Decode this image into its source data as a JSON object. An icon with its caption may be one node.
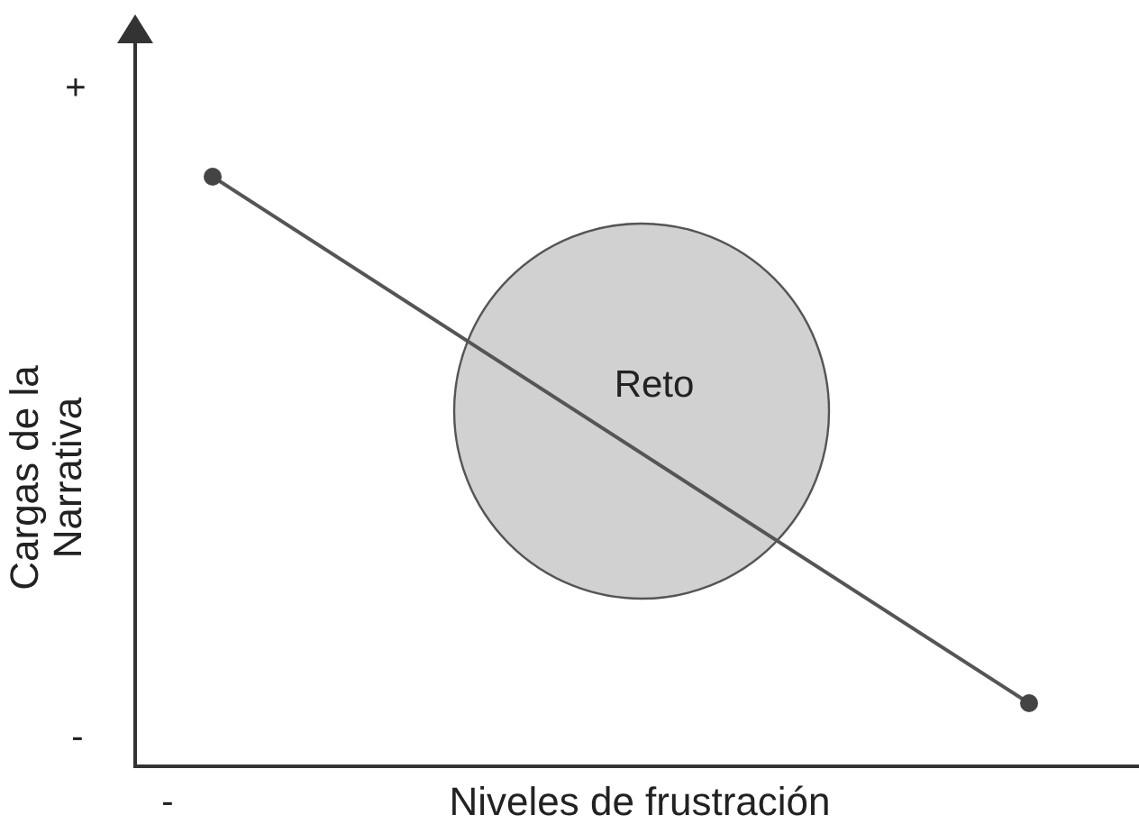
{
  "diagram": {
    "nodes": [
      {
        "text": [
          "Reto"
        ]
      }
    ],
    "labels": [
      "+",
      "Cargas de la Narrativa",
      "-",
      "-",
      "Niveles de frustración"
    ]
  }
}
